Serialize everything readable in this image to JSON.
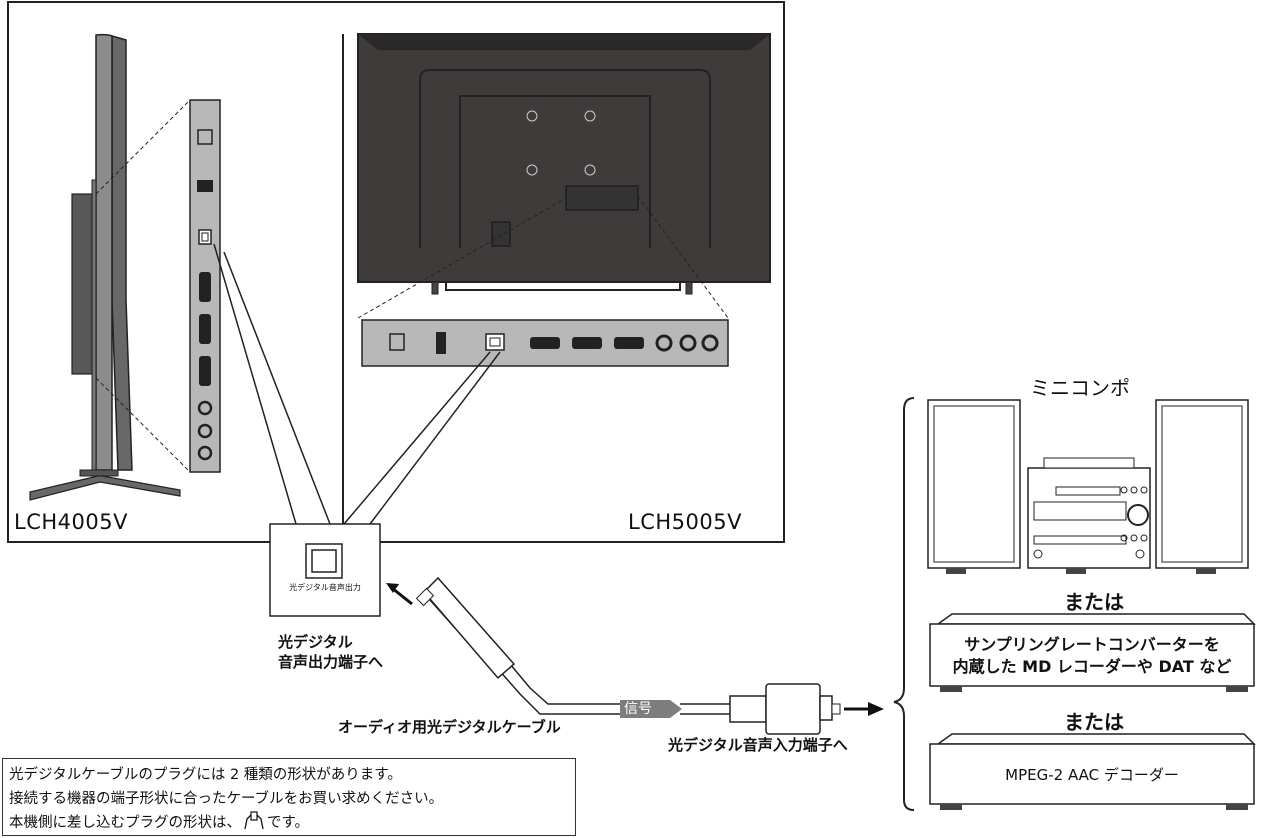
{
  "models": {
    "left": "LCH4005V",
    "right": "LCH5005V"
  },
  "terminal": {
    "callout_label": "光デジタル音声出力",
    "output_label_line1": "光デジタル",
    "output_label_line2": "音声出力端子へ"
  },
  "cable": {
    "name": "オーディオ用光デジタルケーブル",
    "signal": "信号",
    "input_label": "光デジタル音声入力端子へ"
  },
  "devices": {
    "title": "ミニコンポ",
    "or_1": "または",
    "src_line1": "サンプリングレートコンバーターを",
    "src_line2": "内蔵した MD レコーダーや DAT など",
    "or_2": "または",
    "decoder": "MPEG-2 AAC デコーダー"
  },
  "note": {
    "line1": "光デジタルケーブルのプラグには 2 種類の形状があります。",
    "line2": "接続する機器の端子形状に合ったケーブルをお買い求めください。",
    "line3_before": "本機側に差し込むプラグの形状は、",
    "line3_after": "です。"
  },
  "colors": {
    "tv_back": "#3e3b3a",
    "panel": "#b8b8b8",
    "signal_fill": "#7d7d7d"
  }
}
